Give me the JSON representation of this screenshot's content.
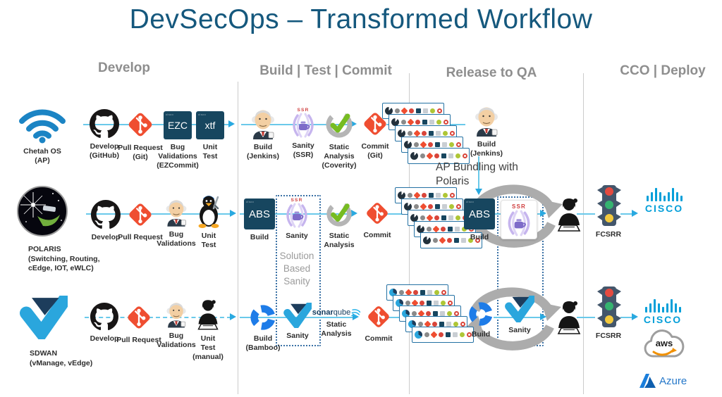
{
  "title": "DevSecOps – Transformed Workflow",
  "columns": [
    "Develop",
    "Build | Test | Commit",
    "Release to QA",
    "CCO | Deploy"
  ],
  "lane1": {
    "title": "Chetah OS\n(AP)",
    "steps": {
      "develop": "Develop\n(GitHub)",
      "pull_request": "Pull Request\n(Git)",
      "bug_validations": "Bug\nValidations\n(EZCommit)",
      "unit_test": "Unit\nTest",
      "build": "Build\n(Jenkins)",
      "sanity": "Sanity\n(SSR)",
      "static_analysis": "Static\nAnalysis\n(Coverity)",
      "commit": "Commit\n(Git)",
      "build2": "Build\n(Jenkins)"
    },
    "note": "AP Bundling with\nPolaris"
  },
  "lane2": {
    "title": "POLARIS\n(Switching, Routing,\ncEdge, IOT, eWLC)",
    "steps": {
      "develop": "Develop",
      "pull_request": "Pull Request",
      "bug_validations": "Bug\nValidations",
      "unit_test": "Unit\nTest",
      "build": "Build",
      "sanity": "Sanity",
      "static_analysis": "Static\nAnalysis",
      "commit": "Commit",
      "build2": "Build"
    },
    "solution_note": "Solution\nBased\nSanity",
    "fcsrr": "FCSRR"
  },
  "lane3": {
    "title": "SDWAN\n(vManage, vEdge)",
    "steps": {
      "develop": "Develop",
      "pull_request": "Pull Request",
      "bug_validations": "Bug\nValidations",
      "unit_test": "Unit\nTest\n(manual)",
      "build": "Build\n(Bamboo)",
      "sanity": "Sanity",
      "static_analysis": "Static\nAnalysis",
      "commit": "Commit",
      "build2": "Build",
      "sanity2": "Sanity"
    },
    "fcsrr": "FCSRR"
  },
  "logos": {
    "ezc": "EZC",
    "xtf": "xtf",
    "abs": "ABS",
    "ssr": "SSR",
    "sonar_bold": "sonar",
    "sonar_light": "qube",
    "cisco": "CISCO",
    "aws": "aws",
    "azure": "Azure",
    "watermark": "cisco"
  },
  "icons": {
    "wifi": "wifi-icon",
    "github": "github-icon",
    "git": "git-icon",
    "jenkins": "jenkins-icon",
    "tux": "tux-penguin-icon",
    "person": "qa-person-icon",
    "check_ring": "static-analysis-check-icon",
    "bamboo": "bamboo-icon",
    "viptela_check": "sdwan-check-icon",
    "traffic_light": "traffic-light-icon",
    "cycle": "cycle-arrows-icon",
    "polaris": "polaris-logo",
    "cloud": "aws-cloud-logo"
  },
  "colors": {
    "title_blue": "#15587d",
    "header_gray": "#8e8e8e",
    "flow_cyan": "#6ac9ea",
    "arrow_cyan": "#29a9e0",
    "git_orange": "#ef4e31",
    "navy_box": "#17465f",
    "card_border": "#2471a3",
    "cycle_gray": "#acacac",
    "cisco_blue": "#049fd9",
    "azure_blue": "#2477c9",
    "aws_orange": "#f19000",
    "check_green": "#76bc21"
  }
}
